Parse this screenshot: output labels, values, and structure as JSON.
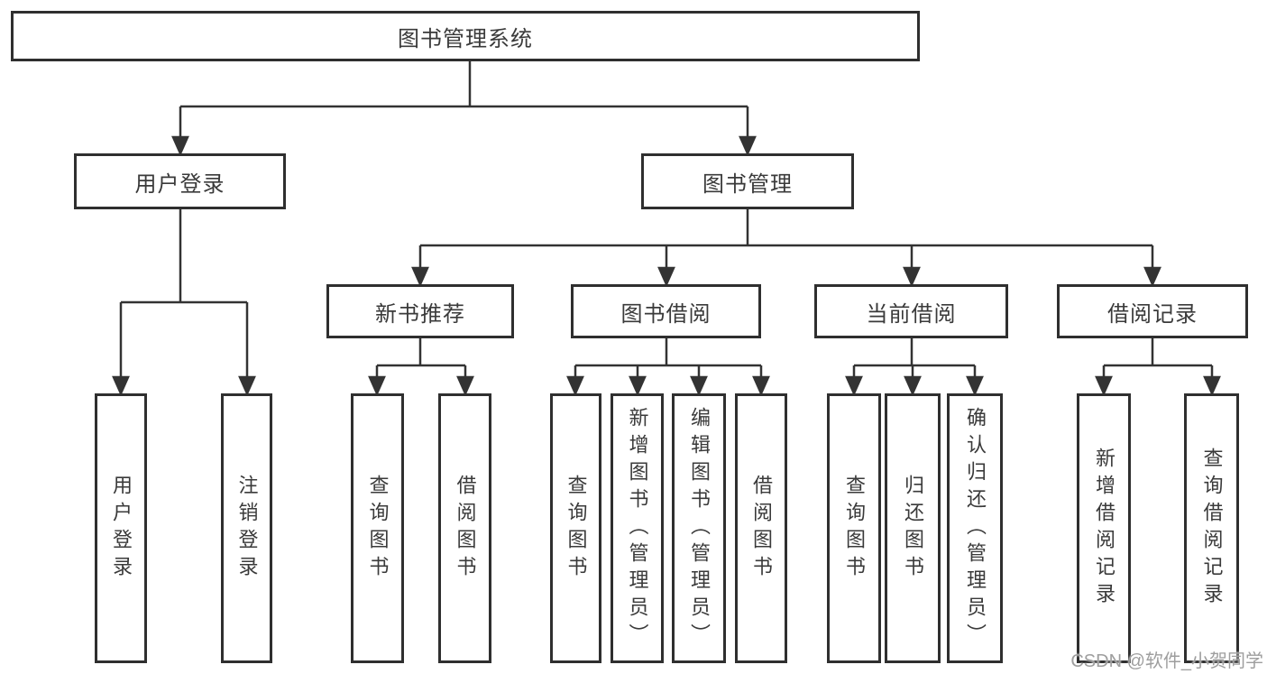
{
  "diagram": {
    "root": {
      "label": "图书管理系统"
    },
    "branches": {
      "user_login": {
        "label": "用户登录"
      },
      "book_mgmt": {
        "label": "图书管理"
      },
      "new_book_rec": {
        "label": "新书推荐"
      },
      "book_borrow": {
        "label": "图书借阅"
      },
      "current_borrow": {
        "label": "当前借阅"
      },
      "borrow_record": {
        "label": "借阅记录"
      }
    },
    "leaves": {
      "user_login_login": {
        "label": "用户登录"
      },
      "user_login_logout": {
        "label": "注销登录"
      },
      "nbr_query_books": {
        "label": "查询图书"
      },
      "nbr_borrow_books": {
        "label": "借阅图书"
      },
      "bb_query_books": {
        "label": "查询图书"
      },
      "bb_add_books": {
        "label": "新增图书（管理员）"
      },
      "bb_edit_books": {
        "label": "编辑图书（管理员）"
      },
      "bb_borrow_books": {
        "label": "借阅图书"
      },
      "cb_query_books": {
        "label": "查询图书"
      },
      "cb_return_books": {
        "label": "归还图书"
      },
      "cb_confirm_return": {
        "label": "确认归还（管理员）"
      },
      "br_add_record": {
        "label": "新增借阅记录"
      },
      "br_query_record": {
        "label": "查询借阅记录"
      }
    }
  },
  "watermark": "CSDN @软件_小贺同学",
  "colors": {
    "line": "#333333",
    "border": "#2f2f2f",
    "text": "#3a3a3a",
    "background": "#ffffff",
    "watermark": "#9e9e9e"
  }
}
